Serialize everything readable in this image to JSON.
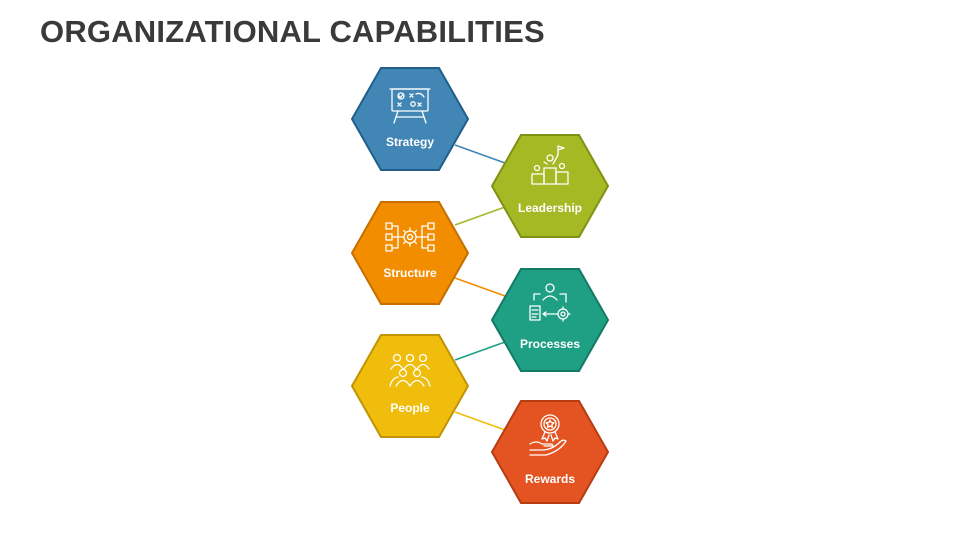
{
  "title": "ORGANIZATIONAL CAPABILITIES",
  "items": [
    {
      "label": "Strategy",
      "color": "#4186b4",
      "border": "#1f5f8b",
      "icon": "strategy-board-icon"
    },
    {
      "label": "Leadership",
      "color": "#a4b924",
      "border": "#7f9214",
      "icon": "leadership-podium-icon"
    },
    {
      "label": "Structure",
      "color": "#f28d00",
      "border": "#c46f00",
      "icon": "structure-gear-icon"
    },
    {
      "label": "Processes",
      "color": "#1f9f84",
      "border": "#137a64",
      "icon": "process-flow-icon"
    },
    {
      "label": "People",
      "color": "#f0bd0c",
      "border": "#c09405",
      "icon": "people-group-icon"
    },
    {
      "label": "Rewards",
      "color": "#e45423",
      "border": "#b63c12",
      "icon": "award-hand-icon"
    }
  ]
}
